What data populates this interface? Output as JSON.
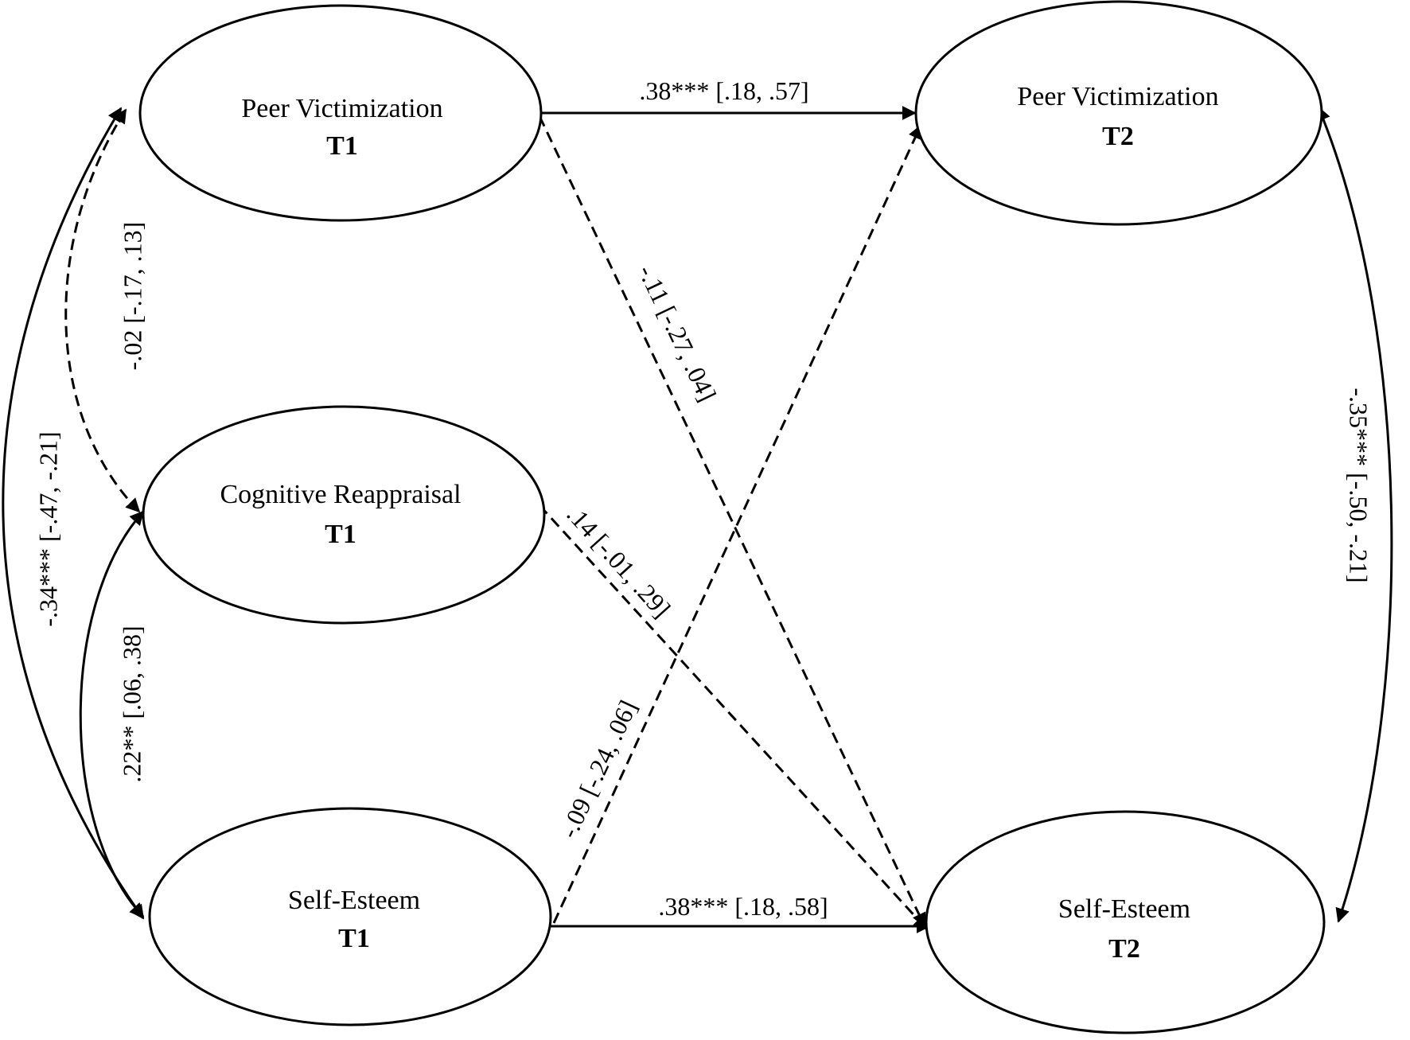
{
  "diagram": {
    "nodes": {
      "pv1": {
        "name": "Peer Victimization",
        "time": "T1"
      },
      "cr1": {
        "name": "Cognitive Reappraisal",
        "time": "T1"
      },
      "se1": {
        "name": "Self-Esteem",
        "time": "T1"
      },
      "pv2": {
        "name": "Peer Victimization",
        "time": "T2"
      },
      "se2": {
        "name": "Self-Esteem",
        "time": "T2"
      }
    },
    "edges": {
      "pv1_pv2": {
        "from": "Peer Victimization T1",
        "to": "Peer Victimization T2",
        "style": "solid",
        "label": ".38*** [.18, .57]"
      },
      "se1_se2": {
        "from": "Self-Esteem T1",
        "to": "Self-Esteem T2",
        "style": "solid",
        "label": ".38*** [.18, .58]"
      },
      "pv1_se2": {
        "from": "Peer Victimization T1",
        "to": "Self-Esteem T2",
        "style": "dashed",
        "label": "-.11 [-.27, .04]"
      },
      "cr1_se2": {
        "from": "Cognitive Reappraisal T1",
        "to": "Self-Esteem T2",
        "style": "dashed",
        "label": ".14 [-.01, .29]"
      },
      "se1_pv2": {
        "from": "Self-Esteem T1",
        "to": "Peer Victimization T2",
        "style": "dashed",
        "label": "-.09 [-.24, .06]"
      },
      "pv1_cr1": {
        "from": "Peer Victimization T1",
        "to": "Cognitive Reappraisal T1",
        "style": "dashed",
        "label": "-.02 [-.17, .13]"
      },
      "pv1_se1": {
        "from": "Peer Victimization T1",
        "to": "Self-Esteem T1",
        "style": "solid",
        "label": "-.34*** [-.47, -.21]"
      },
      "cr1_se1": {
        "from": "Cognitive Reappraisal T1",
        "to": "Self-Esteem T1",
        "style": "solid",
        "label": ".22** [.06, .38]"
      },
      "pv2_se2": {
        "from": "Peer Victimization T2",
        "to": "Self-Esteem T2",
        "style": "solid",
        "label": "-.35*** [-.50, -.21]"
      }
    }
  }
}
